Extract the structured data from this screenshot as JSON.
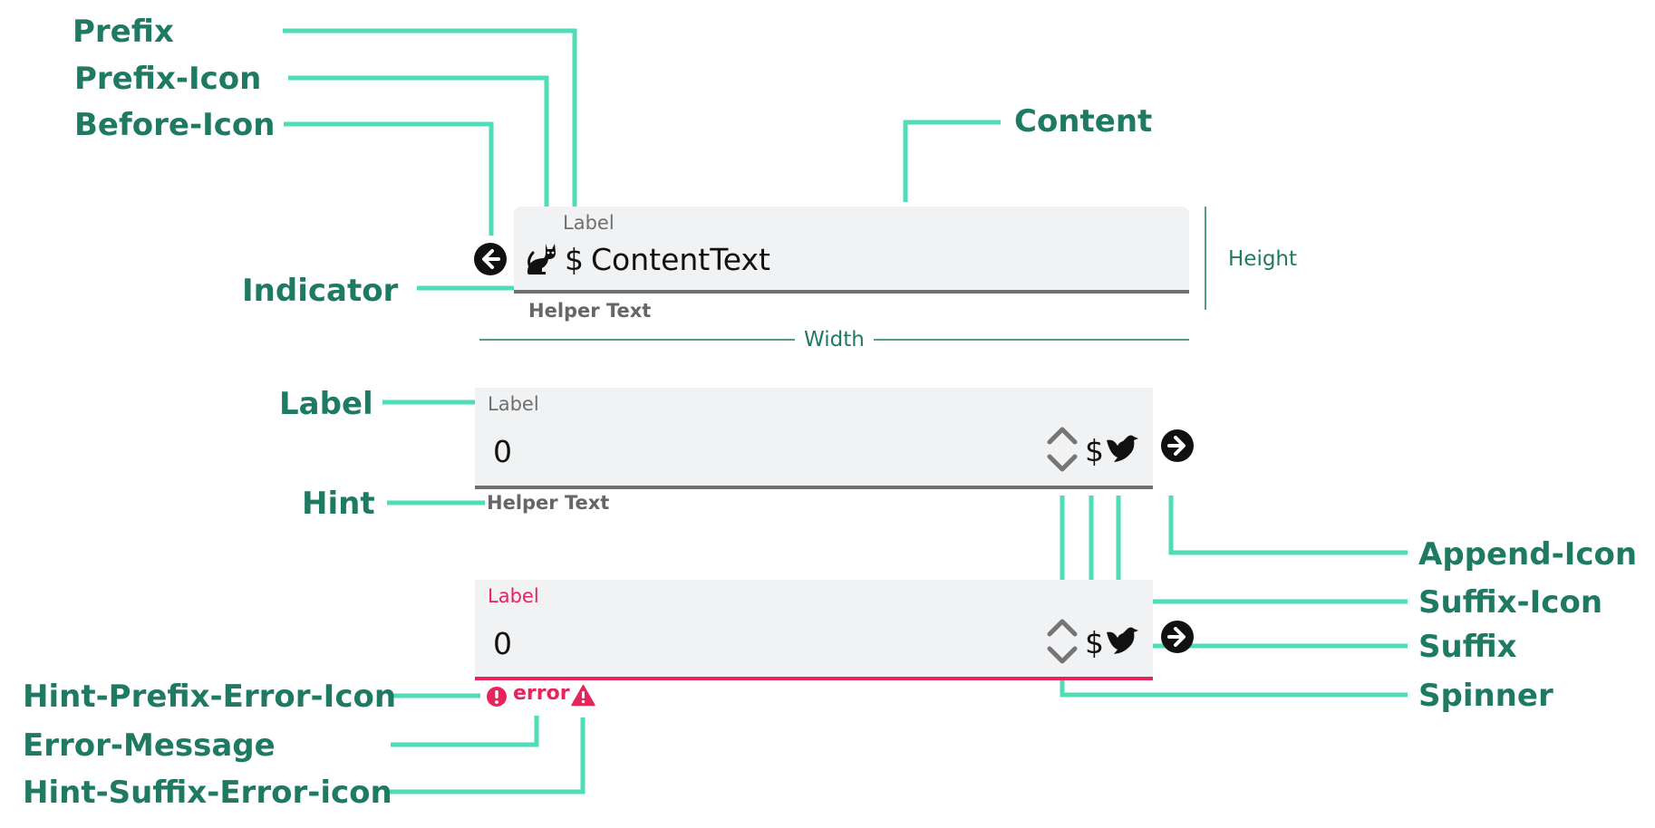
{
  "callouts": {
    "prefix": "Prefix",
    "prefix_icon": "Prefix-Icon",
    "before_icon": "Before-Icon",
    "content": "Content",
    "indicator": "Indicator",
    "label": "Label",
    "hint": "Hint",
    "append_icon": "Append-Icon",
    "suffix_icon": "Suffix-Icon",
    "suffix": "Suffix",
    "spinner": "Spinner",
    "hint_prefix_error_icon": "Hint-Prefix-Error-Icon",
    "error_message": "Error-Message",
    "hint_suffix_error_icon": "Hint-Suffix-Error-icon"
  },
  "dimensions": {
    "height": "Height",
    "width": "Width"
  },
  "field1": {
    "label": "Label",
    "prefix": "$",
    "content": "ContentText",
    "helper": "Helper Text",
    "before_icon": "arrow-left-circle-icon",
    "prefix_icon": "cat-icon"
  },
  "field2": {
    "label": "Label",
    "value": "0",
    "suffix": "$",
    "helper": "Helper Text",
    "spinner_icon": "spinner-chevrons-icon",
    "suffix_icon": "bird-icon",
    "append_icon": "arrow-right-circle-icon"
  },
  "field3": {
    "label": "Label",
    "value": "0",
    "suffix": "$",
    "error": "error",
    "hint_prefix_error_icon": "error-circle-icon",
    "hint_suffix_error_icon": "warning-triangle-icon",
    "spinner_icon": "spinner-chevrons-icon",
    "suffix_icon": "bird-icon",
    "append_icon": "arrow-right-circle-icon"
  },
  "colors": {
    "leader": "#4fdcb8",
    "callout_text": "#1f7a63",
    "field_bg": "#f1f2f4",
    "underline": "#6f6f6f",
    "error": "#e8245d"
  }
}
